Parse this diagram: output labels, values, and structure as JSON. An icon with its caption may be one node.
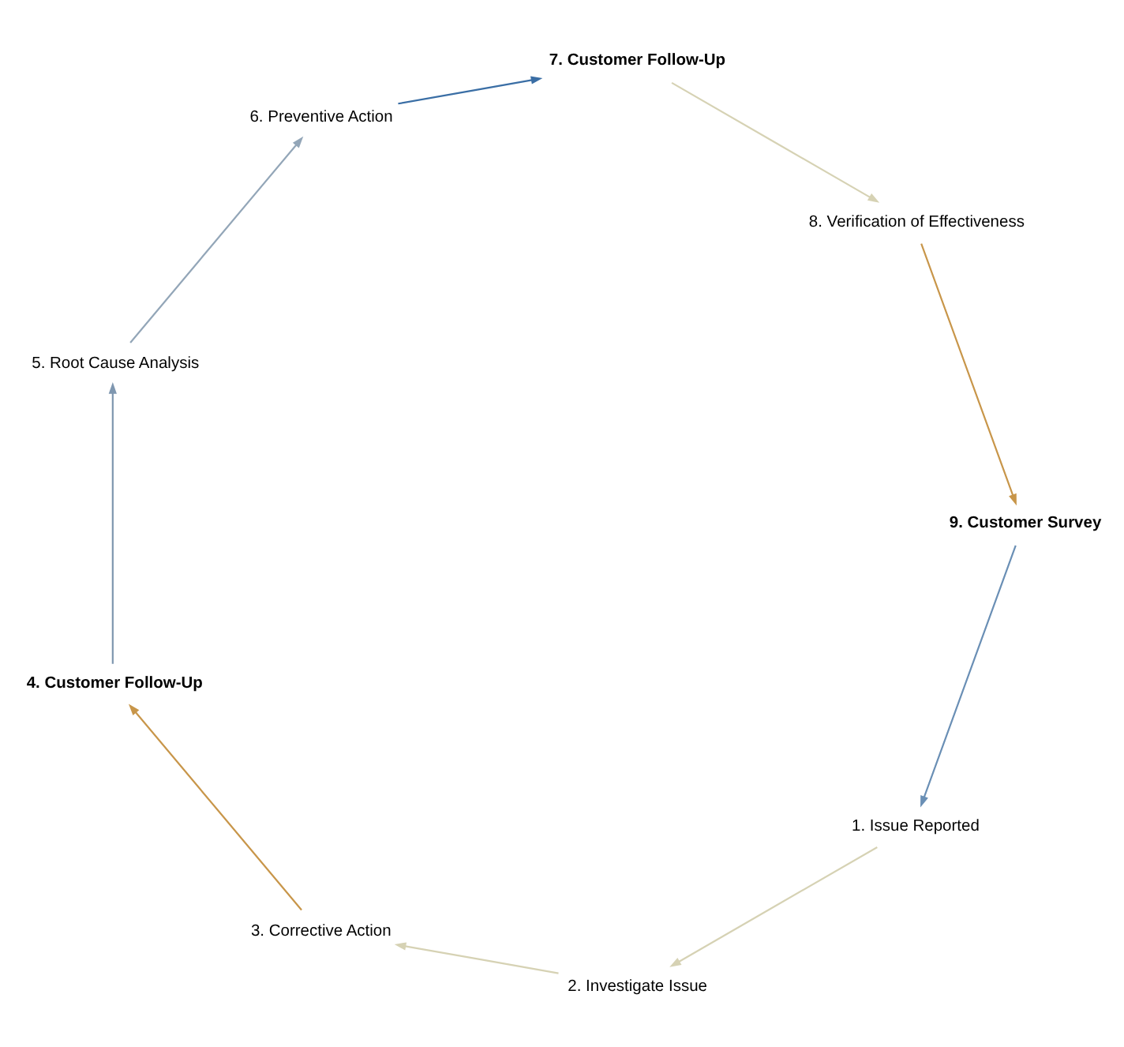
{
  "diagram": {
    "nodes": [
      {
        "text": [
          "1. Issue Reported"
        ]
      },
      {
        "text": [
          "2. Investigate Issue"
        ]
      },
      {
        "text": [
          "3. Corrective Action"
        ]
      },
      {
        "text": [
          "4. Customer Follow-Up"
        ]
      },
      {
        "text": [
          "5. Root Cause Analysis"
        ]
      },
      {
        "text": [
          "6. Preventive Action"
        ]
      },
      {
        "text": [
          "7. Customer Follow-Up"
        ]
      },
      {
        "text": [
          "8. Verification of Effectiveness"
        ]
      },
      {
        "text": [
          "9. Customer Survey"
        ]
      }
    ],
    "edges": [
      {
        "from": 0,
        "to": 1,
        "arrow": "to"
      },
      {
        "from": 1,
        "to": 2,
        "arrow": "to"
      },
      {
        "from": 2,
        "to": 3,
        "arrow": "to",
        "color": "#c8964a"
      },
      {
        "from": 3,
        "to": 4,
        "arrow": "to",
        "color": "#7f97b0"
      },
      {
        "from": 4,
        "to": 5,
        "arrow": "to",
        "color": "#93a6b8"
      },
      {
        "from": 5,
        "to": 6,
        "arrow": "to",
        "color": "#3a6ea5"
      },
      {
        "from": 6,
        "to": 7,
        "arrow": "to"
      },
      {
        "from": 7,
        "to": 8,
        "arrow": "to",
        "color": "#c8964a"
      },
      {
        "from": 8,
        "to": 0,
        "arrow": "to",
        "color": "#6a8fb5"
      }
    ]
  }
}
